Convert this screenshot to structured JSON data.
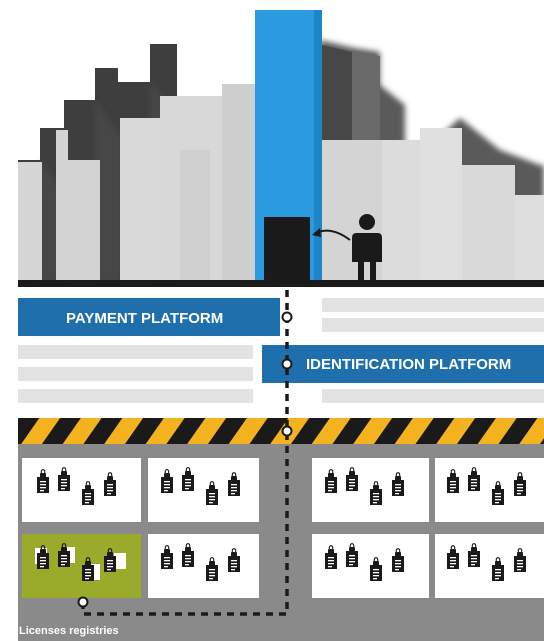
{
  "platforms": {
    "payment": "PAYMENT PLATFORM",
    "identification": "IDENTIFICATION PLATFORM"
  },
  "registries": {
    "label": "Licenses registries"
  },
  "colors": {
    "accent_blue": "#2a9be0",
    "platform_blue": "#1f6fad",
    "highlight_green": "#9aab2c",
    "hazard_yellow": "#f4b21e",
    "ground_dark": "#1a1a1a",
    "area_gray": "#8a8a8a"
  },
  "icons": [
    "person-icon",
    "door-icon",
    "padlock-icon",
    "document-icon"
  ]
}
